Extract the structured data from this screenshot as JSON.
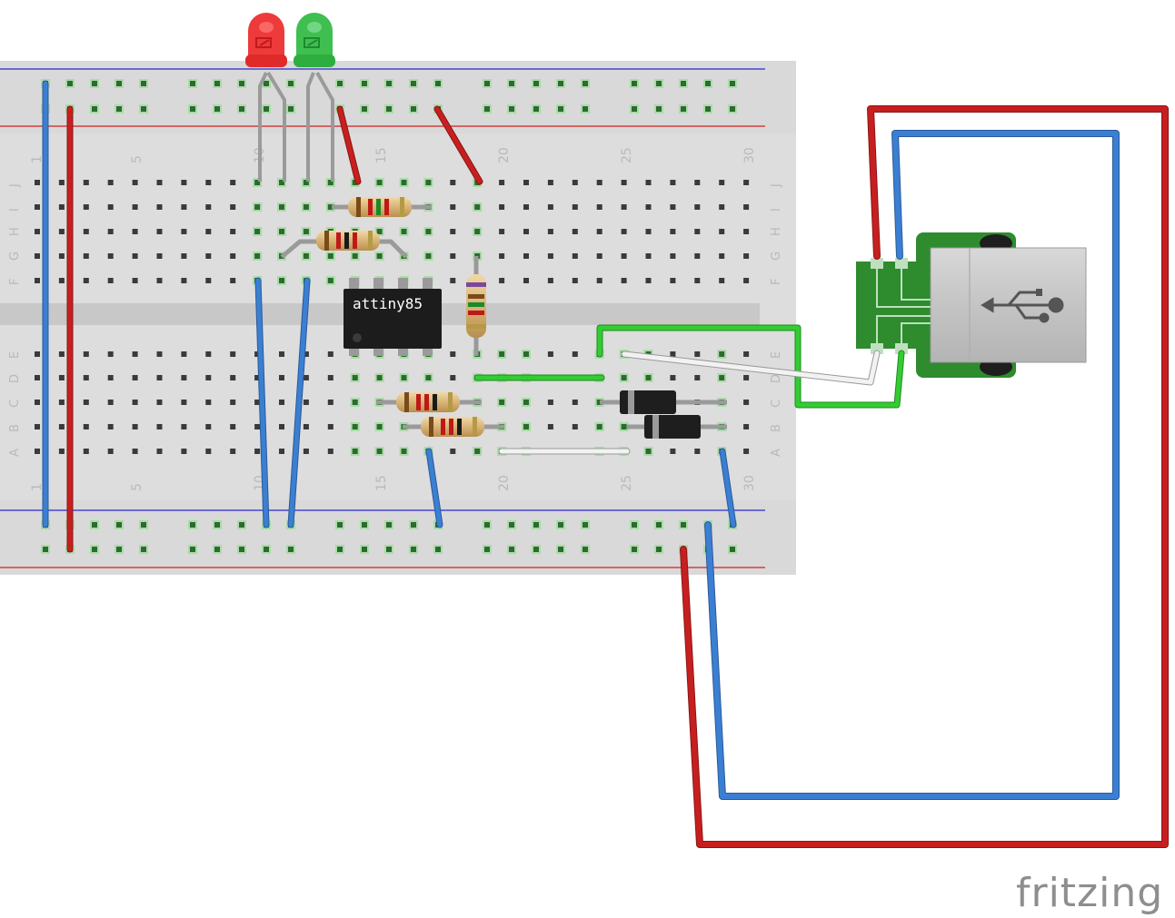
{
  "chip": {
    "label": "attiny85"
  },
  "brand": {
    "label": "fritzing"
  },
  "breadboard": {
    "column_numbers": [
      "1",
      "5",
      "10",
      "15",
      "20",
      "25",
      "30"
    ],
    "row_letters_top": [
      "J",
      "I",
      "H",
      "G",
      "F"
    ],
    "row_letters_bottom": [
      "E",
      "D",
      "C",
      "B",
      "A"
    ]
  },
  "colors": {
    "board": "#d9d9d9",
    "hole": "#3a3a3a",
    "hole_connected": "#5cbd5c",
    "wire_red": "#c71f1f",
    "wire_blue": "#3b7fd2",
    "wire_green": "#33cc33",
    "wire_white": "#f2f2f2",
    "led_red": "#ee3a3a",
    "led_green": "#3fbf4f",
    "usb_pcb": "#2e8b2e"
  },
  "icons": [
    "usb-icon"
  ]
}
